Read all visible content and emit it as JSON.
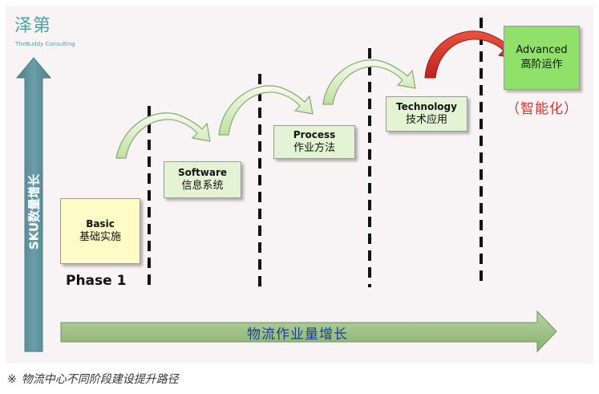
{
  "brand": {
    "name": "泽第",
    "subtitle": "TheBuddy Consulting"
  },
  "axes": {
    "vertical_label": "SKU数量增长",
    "horizontal_label": "物流作业量增长"
  },
  "stages": [
    {
      "en": "Basic",
      "cn": "基础实施"
    },
    {
      "en": "Software",
      "cn": "信息系统"
    },
    {
      "en": "Process",
      "cn": "作业方法"
    },
    {
      "en": "Technology",
      "cn": "技术应用"
    },
    {
      "en": "Advanced",
      "cn": "高阶运作"
    }
  ],
  "phase_label": "Phase 1",
  "smart_label": "（智能化）",
  "caption": {
    "mark": "※",
    "text": "物流中心不同阶段建设提升路径"
  },
  "colors": {
    "axis_fill": "#5d8f99",
    "horizontal_arrow_fill": "#9cbe84",
    "stage_basic": "#fdfcc6",
    "stage_mid": "#e3f4d4",
    "stage_advanced": "#8fe16a",
    "curved_arrow_green": "#d6efc0",
    "curved_arrow_red": "#d9302a",
    "smart_text": "#d9302a"
  }
}
